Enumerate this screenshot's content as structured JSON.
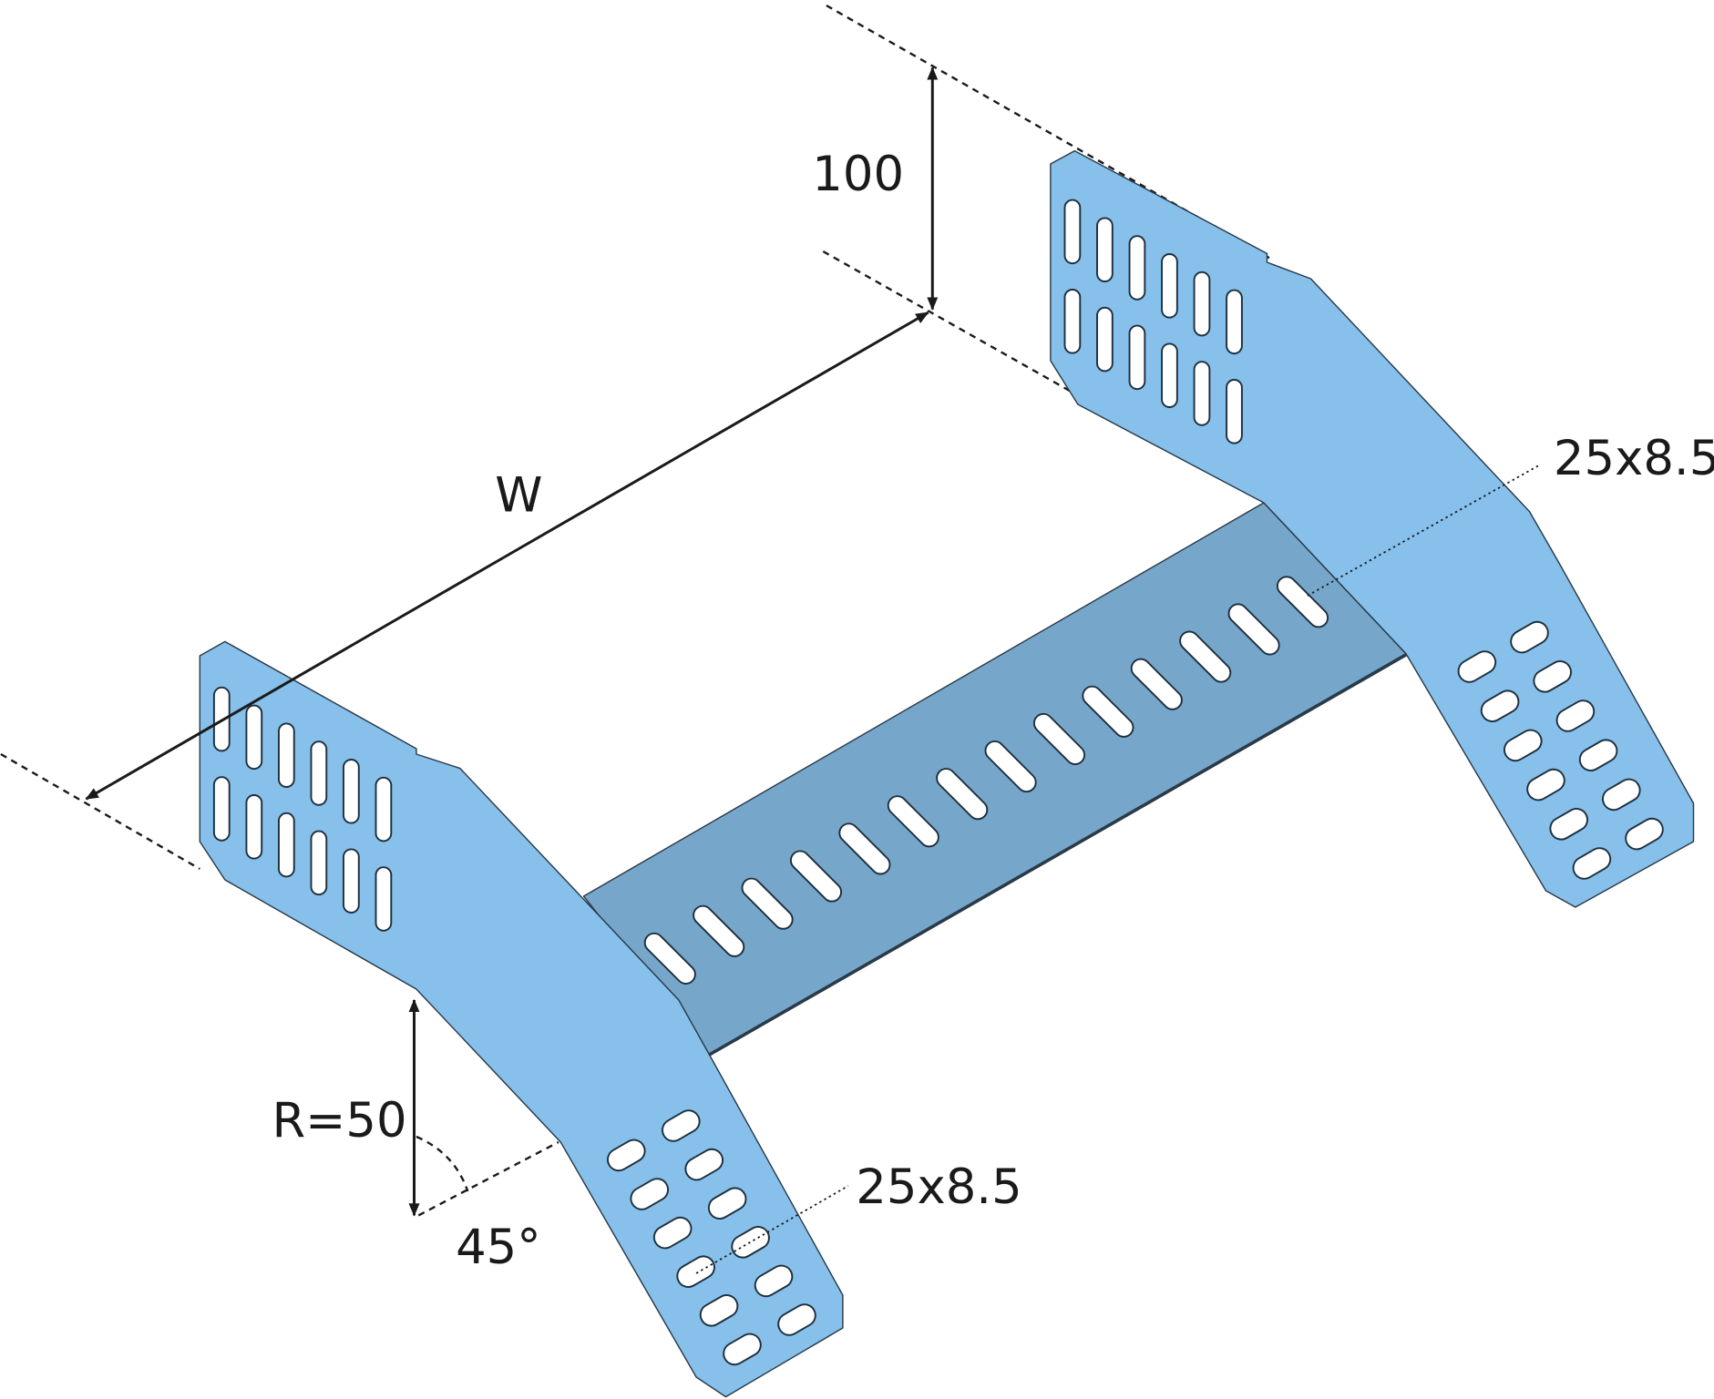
{
  "diagram": {
    "labels": {
      "height": "100",
      "width": "W",
      "slot_back": "25x8.5",
      "slot_front": "25x8.5",
      "radius": "R=50",
      "angle": "45°"
    },
    "colors": {
      "fitting": "#86c0eb",
      "web": "#76a7cb",
      "outline": "#2a3a48",
      "dimension": "#1a1a1a"
    }
  }
}
